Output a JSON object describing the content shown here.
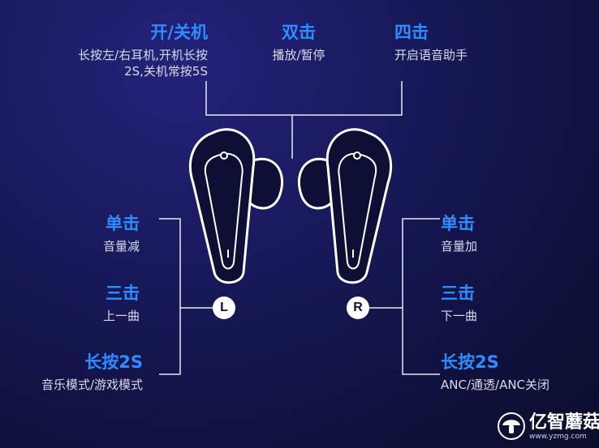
{
  "top": [
    {
      "title": "开/关机",
      "desc1": "长按左/右耳机,开机长按",
      "desc2": "2S,关机常按5S"
    },
    {
      "title": "双击",
      "desc1": "播放/暂停"
    },
    {
      "title": "四击",
      "desc1": "开启语音助手"
    }
  ],
  "left": [
    {
      "title": "单击",
      "desc": "音量减"
    },
    {
      "title": "三击",
      "desc": "上一曲"
    },
    {
      "title": "长按2S",
      "desc": "音乐模式/游戏模式"
    }
  ],
  "right": [
    {
      "title": "单击",
      "desc": "音量加"
    },
    {
      "title": "三击",
      "desc": "下一曲"
    },
    {
      "title": "长按2S",
      "desc": "ANC/通透/ANC关闭"
    }
  ],
  "badges": {
    "left": "L",
    "right": "R"
  },
  "watermark": {
    "name": "亿智蘑菇",
    "url": "www.yzmg.com"
  },
  "colors": {
    "accent": "#2f8cff",
    "line": "#ffffff"
  }
}
